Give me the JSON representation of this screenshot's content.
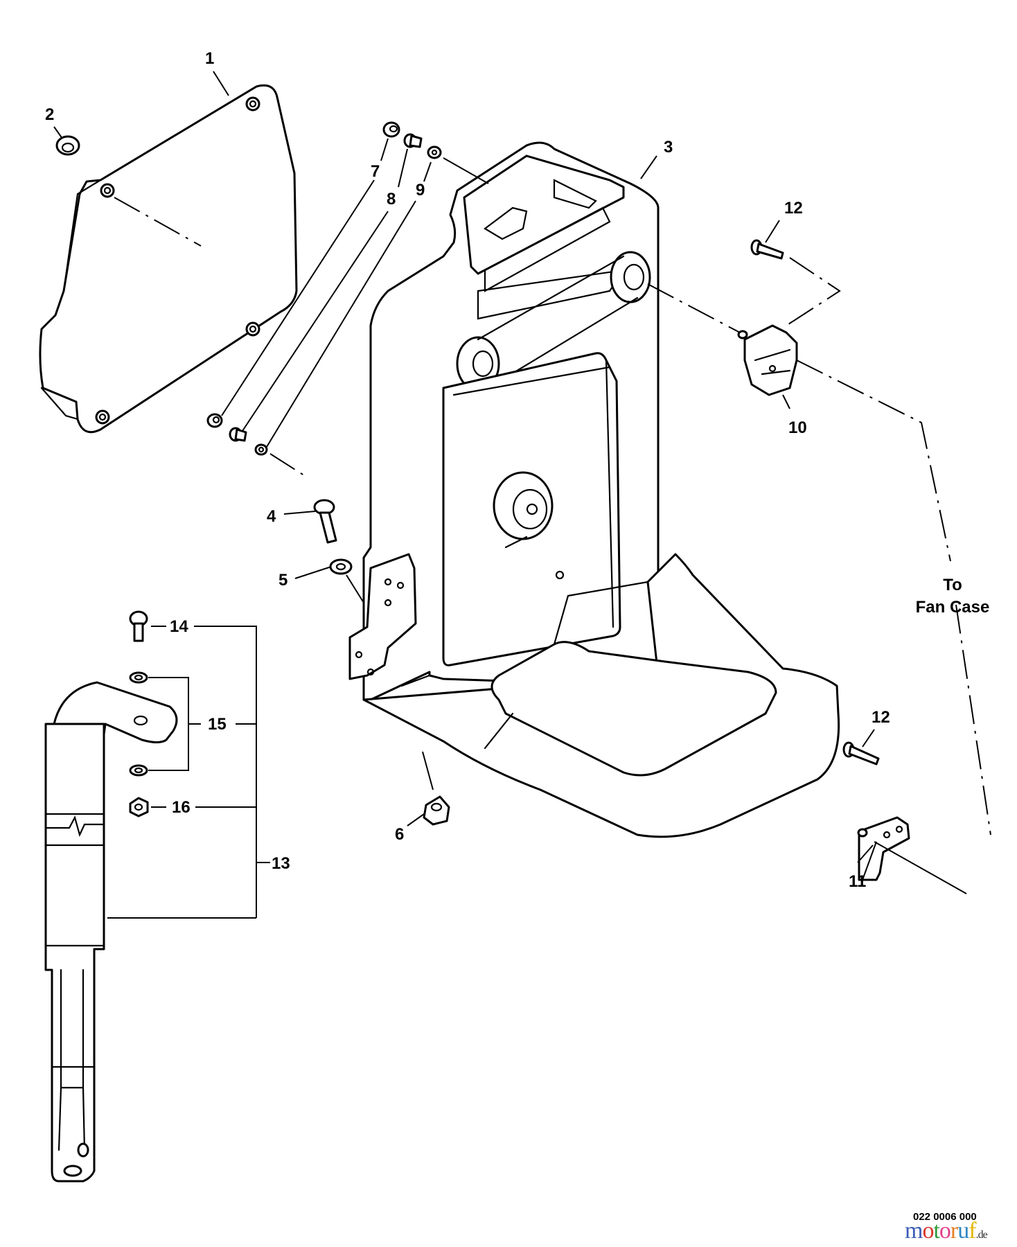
{
  "diagram": {
    "type": "exploded parts diagram",
    "subject": "Backpack frame / back pad assembly",
    "callouts": [
      {
        "id": "1",
        "label": "1",
        "part": "back pad cover"
      },
      {
        "id": "2",
        "label": "2",
        "part": "grommet"
      },
      {
        "id": "3",
        "label": "3",
        "part": "backpack frame"
      },
      {
        "id": "4",
        "label": "4",
        "part": "bolt"
      },
      {
        "id": "5",
        "label": "5",
        "part": "washer"
      },
      {
        "id": "6",
        "label": "6",
        "part": "nut insert"
      },
      {
        "id": "7",
        "label": "7",
        "part": "nut"
      },
      {
        "id": "8",
        "label": "8",
        "part": "collar"
      },
      {
        "id": "9",
        "label": "9",
        "part": "washer"
      },
      {
        "id": "10",
        "label": "10",
        "part": "mount bracket"
      },
      {
        "id": "11",
        "label": "11",
        "part": "mount bracket"
      },
      {
        "id": "12a",
        "label": "12",
        "part": "screw"
      },
      {
        "id": "12b",
        "label": "12",
        "part": "screw"
      },
      {
        "id": "13",
        "label": "13",
        "part": "waist belt assembly"
      },
      {
        "id": "14",
        "label": "14",
        "part": "screw"
      },
      {
        "id": "15",
        "label": "15",
        "part": "washer"
      },
      {
        "id": "16",
        "label": "16",
        "part": "nut"
      }
    ],
    "note": {
      "line1": "To",
      "line2": "Fan Case"
    },
    "drawing_code": "022 0006 000",
    "watermark": {
      "letters": [
        {
          "ch": "m",
          "color": "#3b5bb5"
        },
        {
          "ch": "o",
          "color": "#d9352b"
        },
        {
          "ch": "t",
          "color": "#2f9a3a"
        },
        {
          "ch": "o",
          "color": "#e0408a"
        },
        {
          "ch": "r",
          "color": "#e67e22"
        },
        {
          "ch": "u",
          "color": "#2e86c1"
        },
        {
          "ch": "f",
          "color": "#e5b700"
        }
      ],
      "tld": ".de"
    },
    "colors": {
      "line": "#000000",
      "background": "#ffffff"
    }
  }
}
